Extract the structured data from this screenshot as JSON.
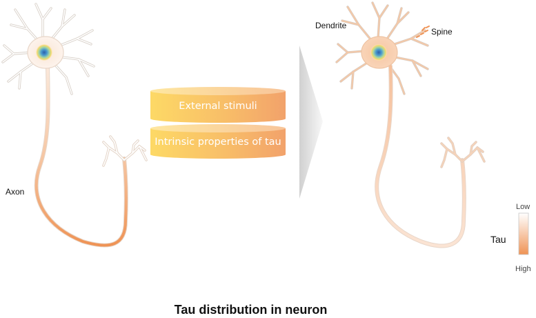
{
  "labels": {
    "axon": "Axon",
    "dendrite": "Dendrite",
    "spine": "Spine"
  },
  "factors": {
    "top": "External stimuli",
    "bottom": "Intrinsic properties of tau"
  },
  "legend": {
    "title": "Tau",
    "low": "Low",
    "high": "High",
    "colors": {
      "low": "#ffffff",
      "high": "#ef9355"
    }
  },
  "caption": "Tau distribution in neuron",
  "colors": {
    "cylinder_left": "#fdd966",
    "cylinder_right": "#f2a26b",
    "arrow": "#d9d9d9",
    "nucleus": "#3a78c0",
    "neuron_outline": "#d8d0c8"
  }
}
